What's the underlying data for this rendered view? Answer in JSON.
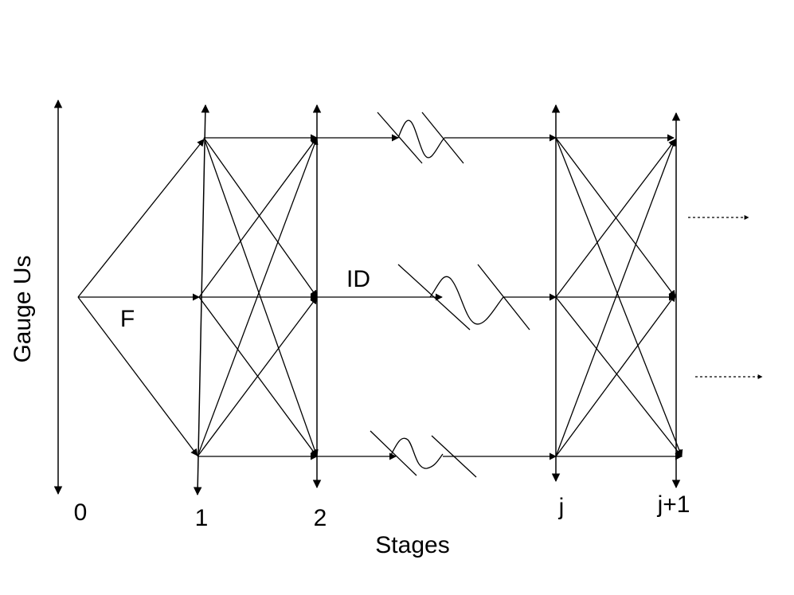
{
  "diagram": {
    "y_axis_label": "Gauge Us",
    "x_axis_label": "Stages",
    "stage_labels": [
      "0",
      "1",
      "2",
      "j",
      "j+1"
    ],
    "edge_labels": {
      "initial": "F",
      "transition": "ID"
    }
  }
}
